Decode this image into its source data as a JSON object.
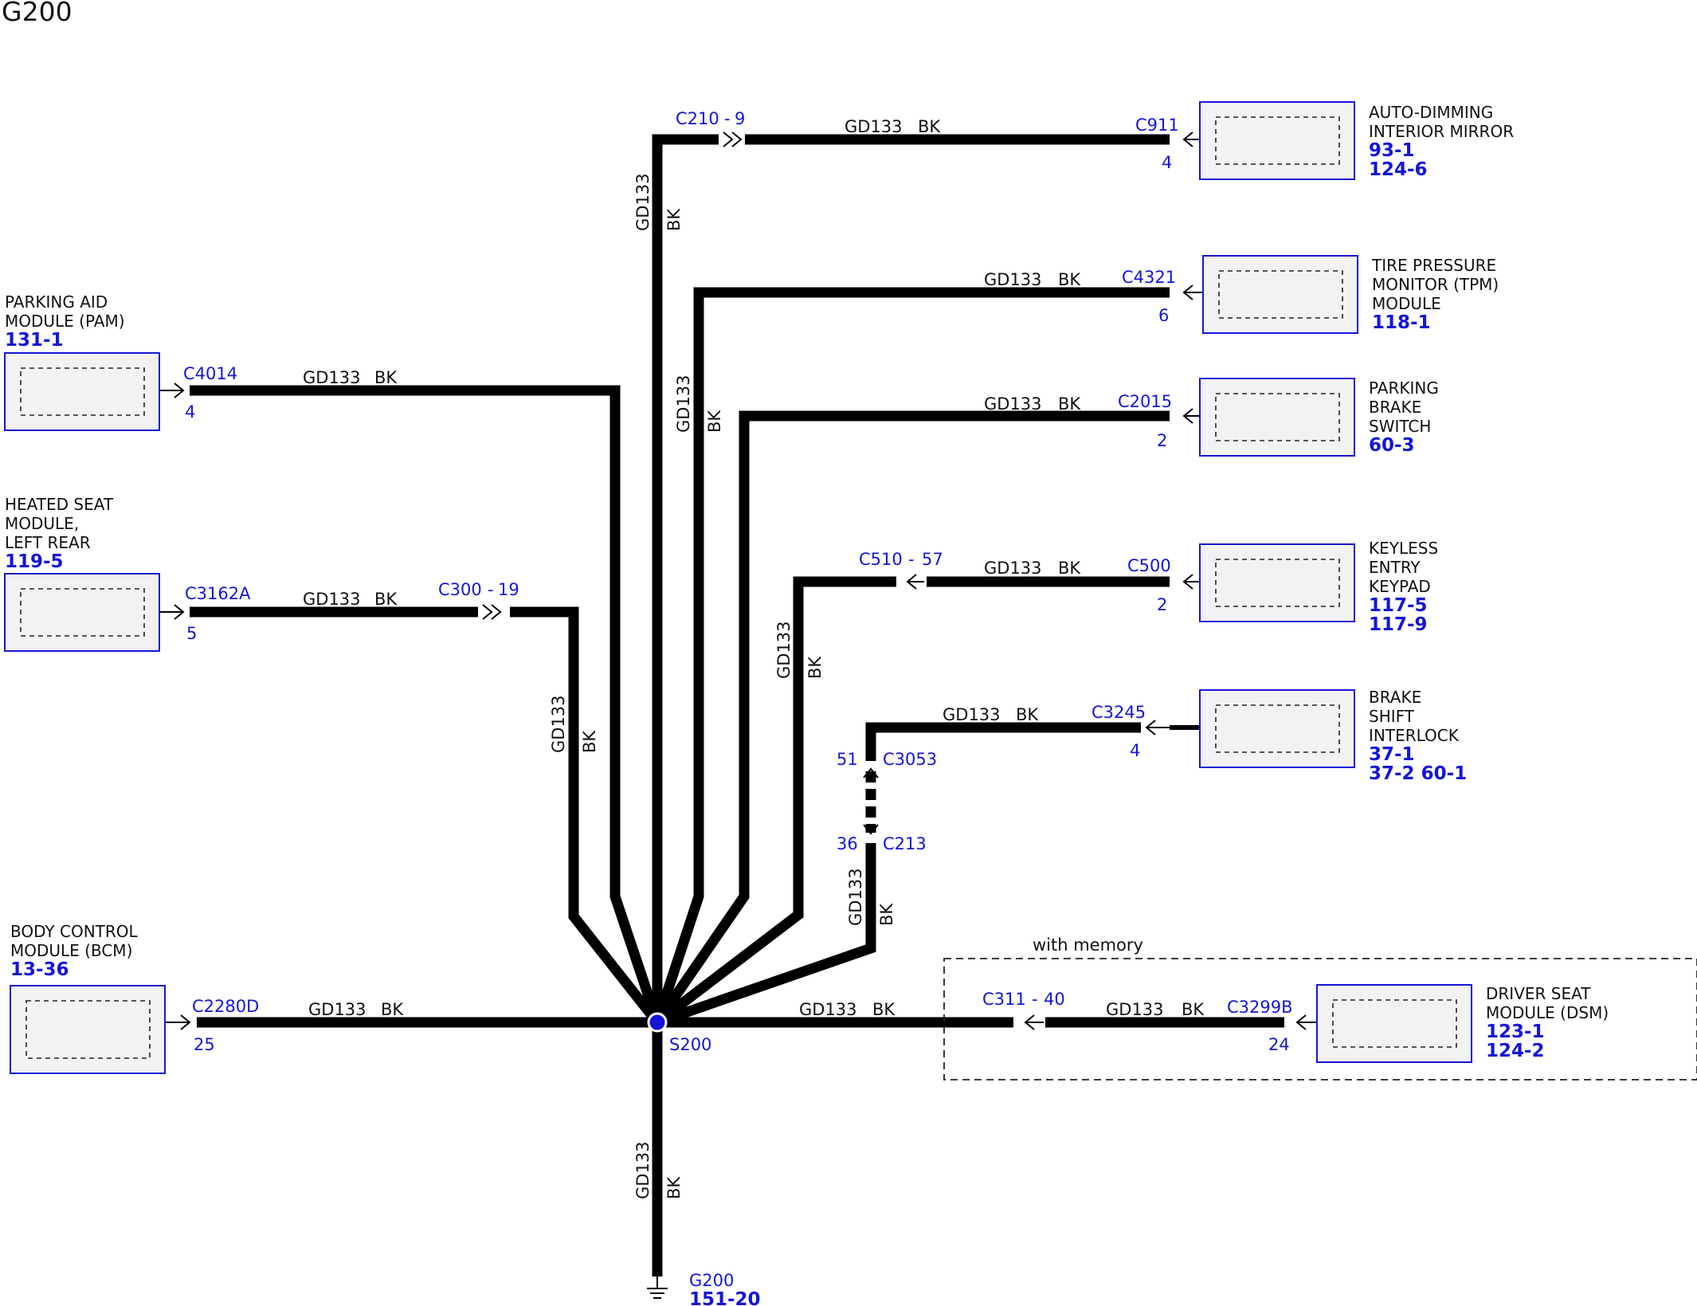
{
  "title": "G200",
  "wire": {
    "circuit": "GD133",
    "color": "BK"
  },
  "splice": {
    "name": "S200"
  },
  "ground": {
    "name": "G200",
    "page": "151-20"
  },
  "zone_label": "with memory",
  "components": {
    "mirror": {
      "lines": [
        "AUTO-DIMMING",
        "INTERIOR MIRROR"
      ],
      "pages": [
        "93-1",
        "124-6"
      ],
      "connector": "C911",
      "pin": "4"
    },
    "tpm": {
      "lines": [
        "TIRE PRESSURE",
        "MONITOR (TPM)",
        "MODULE"
      ],
      "pages": [
        "118-1"
      ],
      "connector": "C4321",
      "pin": "6"
    },
    "brake_switch": {
      "lines": [
        "PARKING",
        "BRAKE",
        "SWITCH"
      ],
      "pages": [
        "60-3"
      ],
      "connector": "C2015",
      "pin": "2"
    },
    "keypad": {
      "lines": [
        "KEYLESS",
        "ENTRY",
        "KEYPAD"
      ],
      "pages": [
        "117-5",
        "117-9"
      ],
      "connector": "C500",
      "pin": "2"
    },
    "interlock": {
      "lines": [
        "BRAKE",
        "SHIFT",
        "INTERLOCK"
      ],
      "pages": [
        "37-1",
        "37-2 60-1"
      ],
      "connector": "C3245",
      "pin": "4"
    },
    "pam": {
      "lines": [
        "PARKING AID",
        "MODULE (PAM)"
      ],
      "pages": [
        "131-1"
      ],
      "connector": "C4014",
      "pin": "4"
    },
    "heated_seat": {
      "lines": [
        "HEATED SEAT",
        "MODULE,",
        "LEFT REAR"
      ],
      "pages": [
        "119-5"
      ],
      "connector": "C3162A",
      "pin": "5"
    },
    "bcm": {
      "lines": [
        "BODY CONTROL",
        "MODULE (BCM)"
      ],
      "pages": [
        "13-36"
      ],
      "connector": "C2280D",
      "pin": "25"
    },
    "dsm": {
      "lines": [
        "DRIVER SEAT",
        "MODULE (DSM)"
      ],
      "pages": [
        "123-1",
        "124-2"
      ],
      "connector": "C3299B",
      "pin": "24"
    }
  },
  "inline_connectors": {
    "c210": {
      "name": "C210",
      "sep": "-",
      "pin": "9"
    },
    "c300": {
      "name": "C300",
      "sep": "-",
      "pin": "19"
    },
    "c510": {
      "name": "C510",
      "sep": "-",
      "pin": "57"
    },
    "c311": {
      "name": "C311",
      "sep": "-",
      "pin": "40"
    },
    "c3053": {
      "name": "C3053",
      "pin": "51"
    },
    "c213": {
      "name": "C213",
      "pin": "36"
    }
  }
}
